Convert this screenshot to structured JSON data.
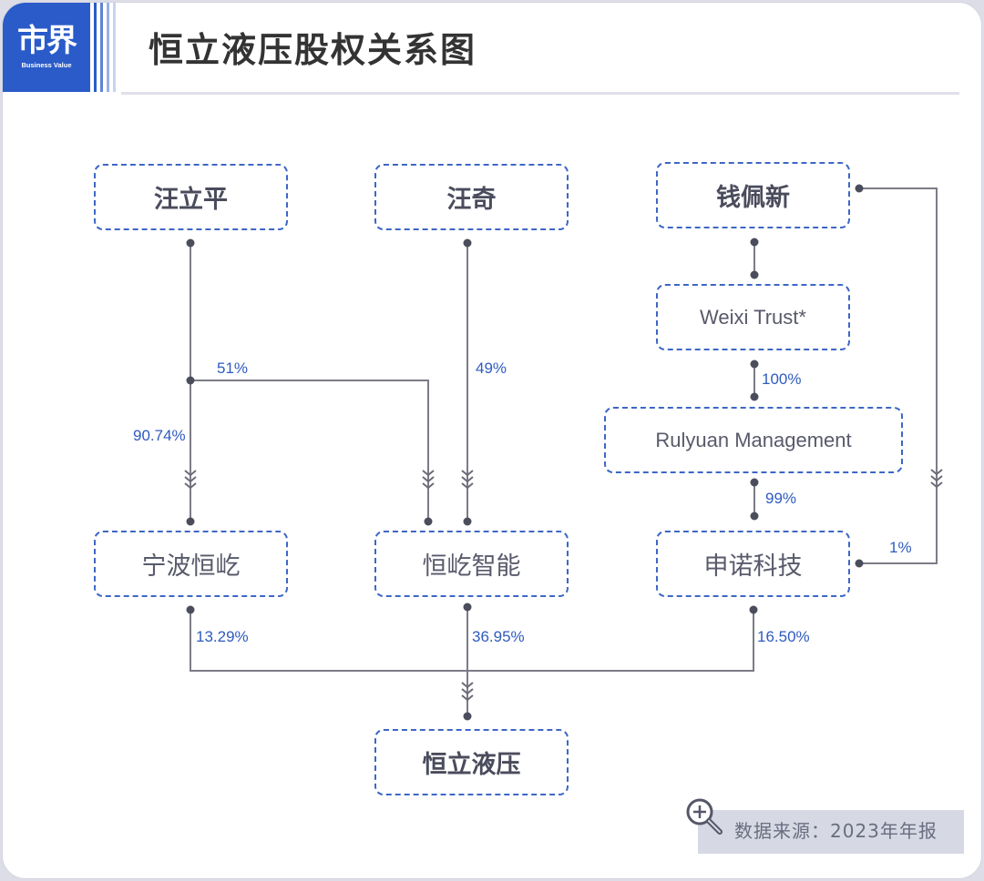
{
  "header": {
    "logo_cn": "市界",
    "logo_en": "Business Value",
    "title": "恒立液压股权关系图"
  },
  "colors": {
    "brand_blue": "#2a5bc9",
    "node_border": "#3d67c6",
    "percent_text": "#2f5bbf",
    "line": "#7b7c86",
    "dot": "#4c4d5c"
  },
  "nodes": {
    "wang_liping": "汪立平",
    "wang_qi": "汪奇",
    "qian_peixin": "钱佩新",
    "weixi_trust": "Weixi Trust*",
    "rulyuan": "Rulyuan Management",
    "ningbo_hengyi": "宁波恒屹",
    "hengyi_zhineng": "恒屹智能",
    "shennuo_keji": "申诺科技",
    "hengli_yeya": "恒立液压"
  },
  "edges": [
    {
      "from": "汪立平",
      "to": "宁波恒屹",
      "percent": "90.74%"
    },
    {
      "from": "汪立平",
      "to": "恒屹智能",
      "percent": "51%"
    },
    {
      "from": "汪奇",
      "to": "恒屹智能",
      "percent": "49%"
    },
    {
      "from": "钱佩新",
      "to": "Weixi Trust*",
      "percent": ""
    },
    {
      "from": "Weixi Trust*",
      "to": "Rulyuan Management",
      "percent": "100%"
    },
    {
      "from": "Rulyuan Management",
      "to": "申诺科技",
      "percent": "99%"
    },
    {
      "from": "钱佩新",
      "to": "申诺科技",
      "percent": "1%"
    },
    {
      "from": "宁波恒屹",
      "to": "恒立液压",
      "percent": "13.29%"
    },
    {
      "from": "恒屹智能",
      "to": "恒立液压",
      "percent": "36.95%"
    },
    {
      "from": "申诺科技",
      "to": "恒立液压",
      "percent": "16.50%"
    }
  ],
  "labels": {
    "p_wlp_nbhy": "90.74%",
    "p_wlp_hyzn": "51%",
    "p_wq_hyzn": "49%",
    "p_weixi_rul": "100%",
    "p_rul_sn": "99%",
    "p_qpx_sn": "1%",
    "p_nbhy_hl": "13.29%",
    "p_hyzn_hl": "36.95%",
    "p_sn_hl": "16.50%"
  },
  "footer": {
    "source": "数据来源：2023年年报",
    "icon": "magnifier-plus-icon"
  }
}
